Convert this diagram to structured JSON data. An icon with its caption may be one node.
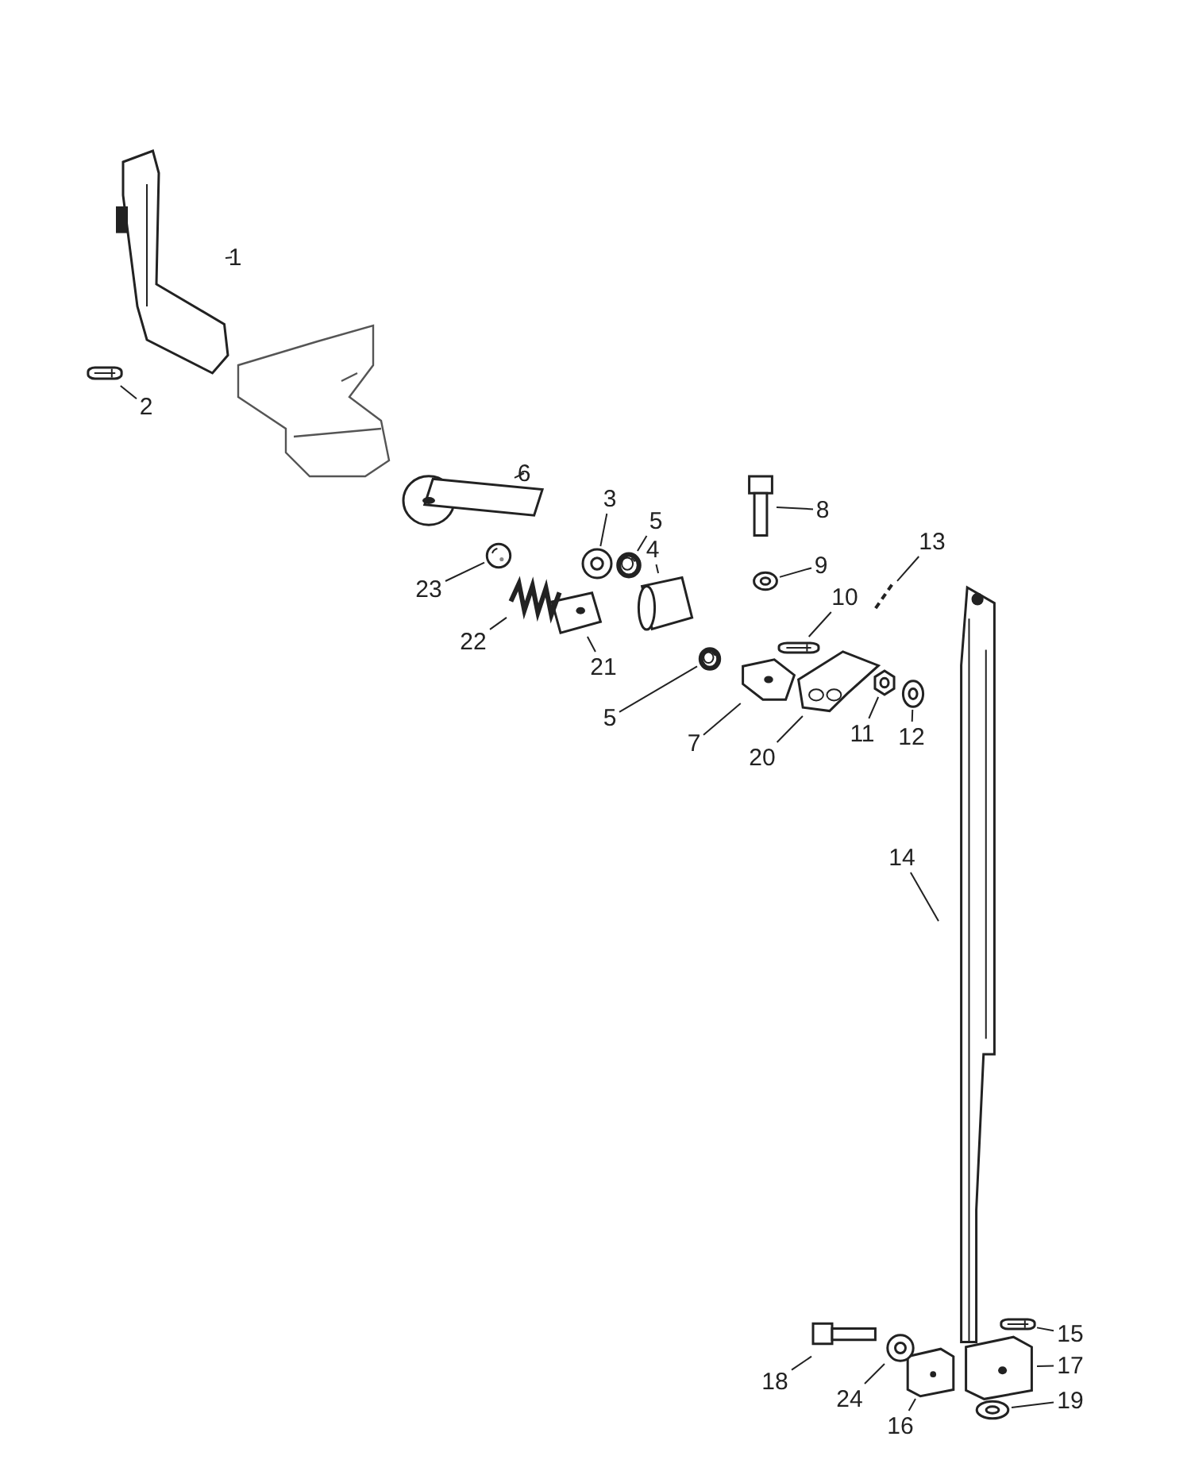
{
  "diagram": {
    "nodes": [
      {
        "text": [
          "1"
        ]
      },
      {
        "text": [
          "2"
        ]
      },
      {
        "text": [
          "6"
        ]
      },
      {
        "text": [
          "3"
        ]
      },
      {
        "text": [
          "5"
        ]
      },
      {
        "text": [
          "8"
        ]
      },
      {
        "text": [
          "23"
        ]
      },
      {
        "text": [
          "4"
        ]
      },
      {
        "text": [
          "9"
        ]
      },
      {
        "text": [
          "10"
        ]
      },
      {
        "text": [
          "13"
        ]
      },
      {
        "text": [
          "22"
        ]
      },
      {
        "text": [
          "21"
        ]
      },
      {
        "text": [
          "5"
        ]
      },
      {
        "text": [
          "7"
        ]
      },
      {
        "text": [
          "20"
        ]
      },
      {
        "text": [
          "11"
        ]
      },
      {
        "text": [
          "12"
        ]
      },
      {
        "text": [
          "14"
        ]
      },
      {
        "text": [
          "15"
        ]
      },
      {
        "text": [
          "18"
        ]
      },
      {
        "text": [
          "24"
        ]
      },
      {
        "text": [
          "17"
        ]
      },
      {
        "text": [
          "16"
        ]
      },
      {
        "text": [
          "19"
        ]
      },
      {
        "text": [],
        "shape": "picture"
      },
      {
        "text": [],
        "shape": "picture"
      },
      {
        "text": [],
        "shape": "picture"
      },
      {
        "text": [],
        "shape": "picture"
      },
      {
        "text": [],
        "shape": "picture"
      },
      {
        "text": [],
        "shape": "picture"
      },
      {
        "text": [],
        "shape": "picture"
      },
      {
        "text": [],
        "shape": "picture"
      },
      {
        "text": [],
        "shape": "picture"
      },
      {
        "text": [],
        "shape": "picture"
      },
      {
        "text": [],
        "shape": "picture"
      },
      {
        "text": [],
        "shape": "picture"
      },
      {
        "text": [],
        "shape": "picture"
      },
      {
        "text": [],
        "shape": "picture"
      },
      {
        "text": [],
        "shape": "picture"
      },
      {
        "text": [],
        "shape": "picture"
      },
      {
        "text": [],
        "shape": "picture"
      },
      {
        "text": [],
        "shape": "picture"
      },
      {
        "text": [],
        "shape": "picture"
      },
      {
        "text": [],
        "shape": "picture"
      },
      {
        "text": [],
        "shape": "picture"
      },
      {
        "text": [],
        "shape": "picture"
      },
      {
        "text": [],
        "shape": "picture"
      },
      {
        "text": [],
        "shape": "picture"
      },
      {
        "text": [],
        "shape": "picture"
      }
    ],
    "edges": [
      {
        "from": 0,
        "to": 25,
        "arrow": "none"
      },
      {
        "from": 1,
        "to": 26,
        "arrow": "none"
      },
      {
        "from": 2,
        "to": 27,
        "arrow": "none"
      },
      {
        "from": 3,
        "to": 28,
        "arrow": "none"
      },
      {
        "from": 4,
        "to": 29,
        "arrow": "none"
      },
      {
        "from": 5,
        "to": 30,
        "arrow": "none"
      },
      {
        "from": 6,
        "to": 31,
        "arrow": "none"
      },
      {
        "from": 7,
        "to": 32,
        "arrow": "none"
      },
      {
        "from": 8,
        "to": 33,
        "arrow": "none"
      },
      {
        "from": 9,
        "to": 34,
        "arrow": "none"
      },
      {
        "from": 10,
        "to": 35,
        "arrow": "none"
      },
      {
        "from": 11,
        "to": 36,
        "arrow": "none"
      },
      {
        "from": 12,
        "to": 37,
        "arrow": "none"
      },
      {
        "from": 13,
        "to": 38,
        "arrow": "none"
      },
      {
        "from": 14,
        "to": 39,
        "arrow": "none"
      },
      {
        "from": 15,
        "to": 40,
        "arrow": "none"
      },
      {
        "from": 16,
        "to": 41,
        "arrow": "none"
      },
      {
        "from": 17,
        "to": 42,
        "arrow": "none"
      },
      {
        "from": 18,
        "to": 43,
        "arrow": "none"
      },
      {
        "from": 19,
        "to": 44,
        "arrow": "none"
      },
      {
        "from": 20,
        "to": 45,
        "arrow": "none"
      },
      {
        "from": 21,
        "to": 46,
        "arrow": "none"
      },
      {
        "from": 22,
        "to": 47,
        "arrow": "none"
      },
      {
        "from": 23,
        "to": 48,
        "arrow": "none"
      },
      {
        "from": 24,
        "to": 49,
        "arrow": "none"
      }
    ]
  }
}
